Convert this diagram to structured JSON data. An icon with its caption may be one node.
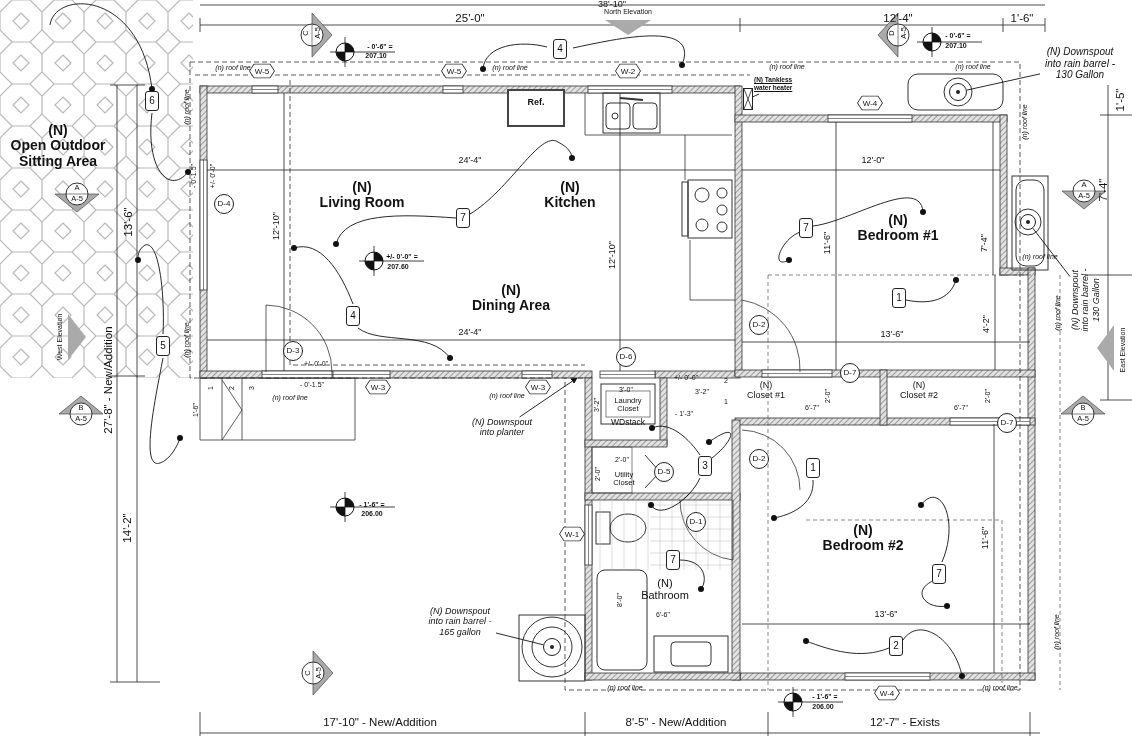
{
  "diagram": {
    "nodes": [
      {
        "text": [
          "(N) Downspout into rain barrel - 130 Gallon"
        ]
      },
      {
        "text": [
          "(N) Tankless water heater"
        ]
      },
      {
        "text": [],
        "shape": "box"
      },
      {
        "text": [],
        "shape": "circle"
      },
      {
        "text": [
          "Ref."
        ]
      },
      {
        "text": [
          "D-4"
        ]
      },
      {
        "text": [],
        "shape": "circle"
      },
      {
        "text": [
          "(N) Downspout into rain barrel - 130 Gallon"
        ]
      },
      {
        "text": [
          "D-2"
        ]
      },
      {
        "text": [
          "D-3"
        ]
      },
      {
        "text": [
          "D-6"
        ]
      },
      {
        "text": [
          "D-7"
        ]
      },
      {
        "text": [
          "D-7"
        ]
      },
      {
        "text": [
          "(N) Downspout into planter"
        ]
      },
      {
        "text": [
          "D-2"
        ]
      },
      {
        "text": [
          "D-5"
        ]
      },
      {
        "text": [
          "D-1"
        ]
      },
      {
        "text": [
          "(N) Downspout into rain barrel - 165 gallon"
        ]
      },
      {
        "text": [],
        "shape": "circle"
      }
    ],
    "edges": [
      {
        "from": 0,
        "to": 3,
        "arrow": "none"
      },
      {
        "from": 1,
        "to": 2,
        "arrow": "none"
      },
      {
        "from": 7,
        "to": 6,
        "arrow": "none"
      },
      {
        "from": 13,
        "to": null,
        "arrow": "to"
      },
      {
        "from": 17,
        "to": 18,
        "arrow": "none"
      }
    ],
    "labels": [
      "38'-10\"",
      "25'-0\"",
      "North Elevation",
      "12'-4\"",
      "1'-6\"",
      "C",
      "A-5",
      "- 0'-6\" =",
      "207.10",
      "D",
      "A-5",
      "- 0'-6\" =",
      "207.10",
      "4",
      "(n) roof line",
      "W-5",
      "W-5",
      "(n) roof line",
      "W-2",
      "(n) roof line",
      "(n) roof line",
      "6",
      "(n) roof line",
      "W-4",
      "1'-5\"",
      "(n) roof line",
      "(N) Open Outdoor Sitting Area",
      "24'-4\"",
      "12'-0\"",
      "(N) Living Room",
      "(N) Kitchen",
      "- 0'-1.5\"",
      "+/- 0'-0\"",
      "A",
      "A-5",
      "A",
      "A-5",
      "7'-4\"",
      "7",
      "13'-6\"",
      "12'-10\"",
      "12'-10\"",
      "(N) Bedroom #1",
      "7",
      "11'-6\"",
      "7'-4\"",
      "+/- 0'-0\" =",
      "(n) roof line",
      "207.60",
      "1",
      "(N) Dining Area",
      "4",
      "(n) roof line",
      "4'-2\"",
      "24'-4\"",
      "13'-6\"",
      "27'-8\" - New/Addition",
      "West Elevation",
      "East Elevation",
      "5",
      "(n) roof line",
      "+/- 0'-0\"",
      "+/- 0'-0\"",
      "2",
      "- 0'-1.5\"",
      "1",
      "2",
      "3",
      "(n) roof line",
      "W-3",
      "(n) roof line",
      "W-3",
      "3'-0\"",
      "3'-2\"",
      "(N) Closet #1",
      "2'-0\"",
      "(N) Closet #2",
      "2'-0\"",
      "B",
      "A-5",
      "1'-6\"",
      "3'-2\"",
      "Laundry Closet",
      "WDstack",
      "- 1'-3\"",
      "1",
      "6'-7\"",
      "6'-7\"",
      "B",
      "A-5",
      "2'-0\"",
      "3",
      "1",
      "2'-0\"",
      "Utility Closet",
      "- 1'-6\" =",
      "206.00",
      "14'-2\"",
      "W-1",
      "(N) Bedroom #2",
      "11'-6\"",
      "7",
      "7",
      "(N) Bathroom",
      "8'-0\"",
      "6'-6\"",
      "13'-6\"",
      "(n) roof line",
      "2",
      "C",
      "A-5",
      "(n) roof line",
      "(n) roof line",
      "W-4",
      "- 1'-6\" =",
      "206.00",
      "17'-10\" - New/Addition",
      "8'-5\" - New/Addition",
      "12'-7\" - Exists"
    ]
  }
}
